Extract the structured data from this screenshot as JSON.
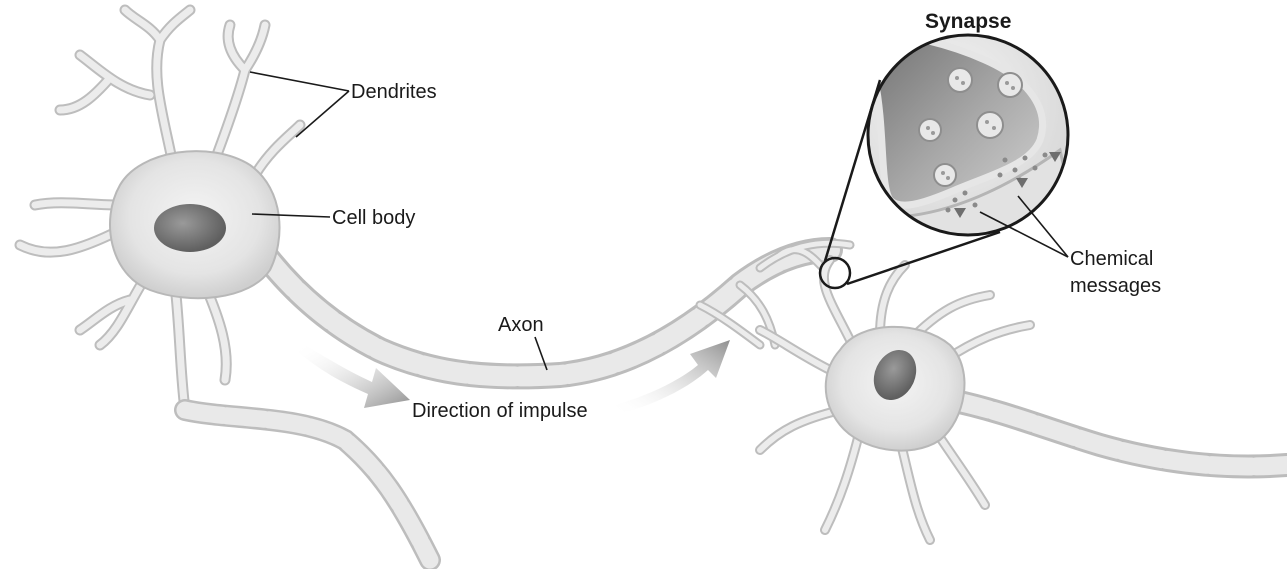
{
  "labels": {
    "synapse": "Synapse",
    "dendrites": "Dendrites",
    "cell_body": "Cell body",
    "axon": "Axon",
    "direction": "Direction of impulse",
    "chemical_line1": "Chemical",
    "chemical_line2": "messages"
  },
  "colors": {
    "neuron_fill": "#e6e6e6",
    "neuron_edge": "#b8b8b8",
    "nucleus": "#7d7d7d",
    "arrow": "#9a9a9a",
    "leader": "#222222"
  }
}
